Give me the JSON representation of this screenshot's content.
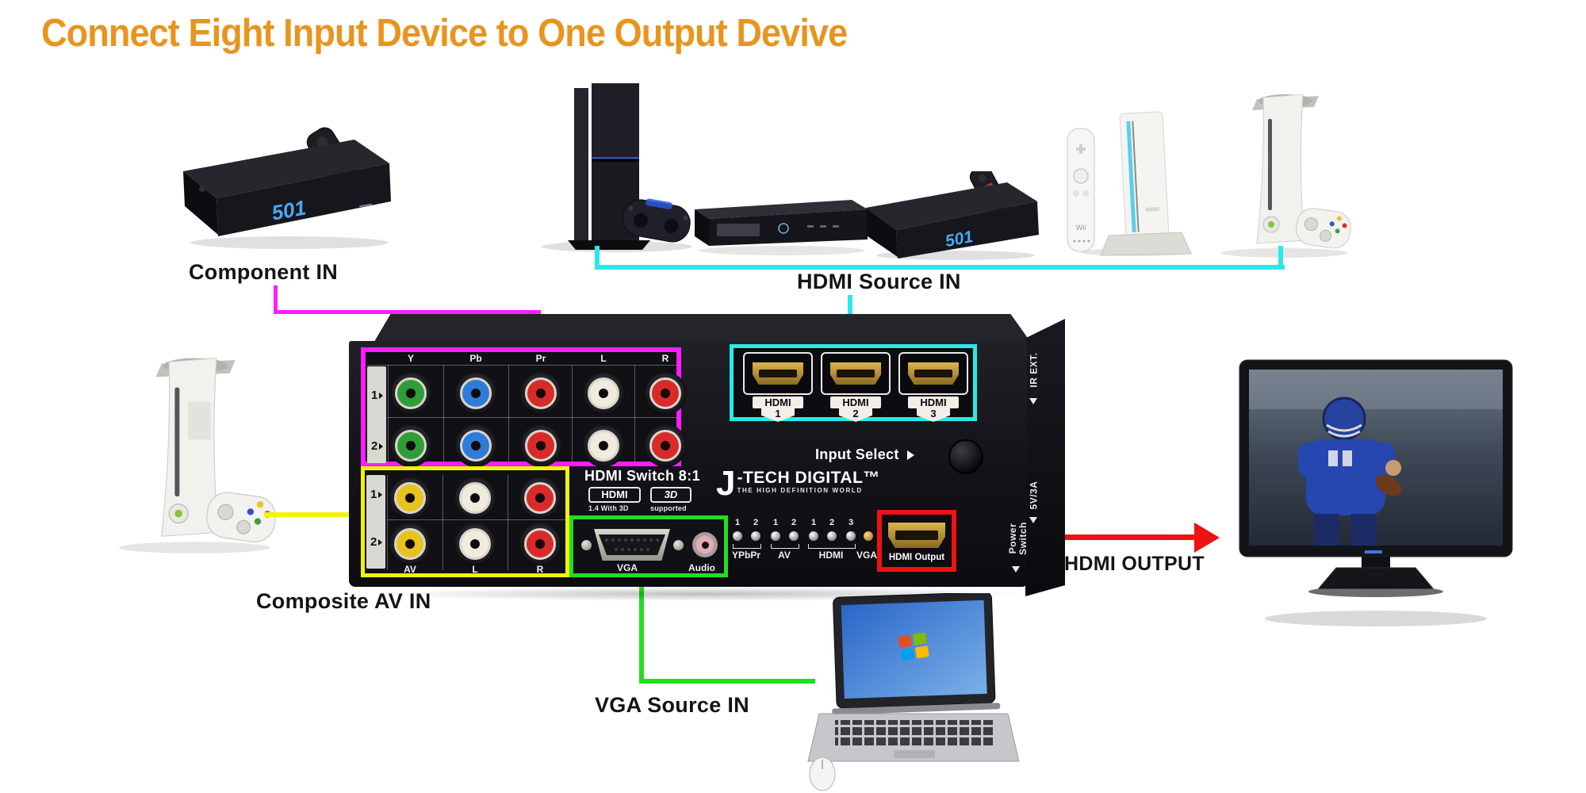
{
  "title": "Connect Eight Input Device to One Output Devive",
  "colors": {
    "title_orange": "#E8941E",
    "component_wire": "#FF1CFF",
    "hdmi_wire": "#29E9E9",
    "composite_wire": "#F2F20C",
    "vga_wire": "#23DD23",
    "output_wire": "#EE1212"
  },
  "callouts": {
    "component_in": "Component IN",
    "hdmi_source_in": "HDMI Source IN",
    "composite_av_in": "Composite AV IN",
    "vga_source_in": "VGA Source IN",
    "hdmi_output": "HDMI OUTPUT"
  },
  "devices": {
    "cable_box_display": "501",
    "cable_box2_display": "501",
    "wii_remote_label": "Wii"
  },
  "switch": {
    "model": "HDMI Switch 8:1",
    "brand_initial": "J",
    "brand_name": "-TECH DIGITAL™",
    "brand_tagline": "THE HIGH DEFINITION WORLD",
    "input_select": "Input Select",
    "badge_hdmi": "HDMI",
    "badge_hdmi_sub": "1.4 With 3D",
    "badge_3d": "3D",
    "badge_3d_sub": "supported",
    "component": {
      "rows": [
        "1",
        "2"
      ],
      "columns": [
        "Y",
        "Pb",
        "Pr",
        "L",
        "R"
      ]
    },
    "composite": {
      "rows": [
        "1",
        "2"
      ],
      "columns": [
        "AV",
        "L",
        "R"
      ]
    },
    "vga_labels": {
      "vga": "VGA",
      "audio": "Audio"
    },
    "hdmi_ports": {
      "label": "HDMI",
      "numbers": [
        "1",
        "2",
        "3"
      ]
    },
    "led_groups": [
      {
        "label": "YPbPr",
        "numbers": [
          "1",
          "2"
        ]
      },
      {
        "label": "AV",
        "numbers": [
          "1",
          "2"
        ]
      },
      {
        "label": "HDMI",
        "numbers": [
          "1",
          "2",
          "3"
        ]
      },
      {
        "label": "VGA",
        "numbers": []
      }
    ],
    "output_port_label": "HDMI Output",
    "side_ir": "IR EXT.",
    "side_volts": "5V/3A",
    "side_power_1": "Power",
    "side_power_2": "Switch"
  }
}
